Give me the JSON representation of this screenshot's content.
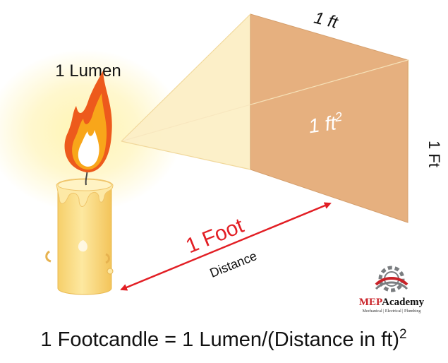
{
  "source_label": "1 Lumen",
  "top_edge_label": "1 ft",
  "right_edge_label": "1 Ft",
  "area_label": {
    "base": "1 ft",
    "exponent": "2"
  },
  "distance_value": "1 Foot",
  "distance_caption": "Distance",
  "formula": {
    "base": "1 Footcandle = 1 Lumen/(Distance in ft)",
    "exponent": "2"
  },
  "logo": {
    "name_accent": "MEP",
    "name_rest": "Academy",
    "tagline": "Mechanical | Electrical | Plumbing"
  },
  "colors": {
    "plane": "#e6b07f",
    "plane_edge": "#d59f6d",
    "beam": "#f8e1a8",
    "distance_arrow": "#e21e24",
    "distance_text": "#e21e24",
    "candle_body": "#fbdf86",
    "flame_outer": "#ed5a1c",
    "flame_mid": "#f8a61a",
    "flame_inner": "#ffffff",
    "glow": "#fff1a6",
    "logo_accent": "#c92228",
    "logo_gear": "#7a7d80"
  },
  "icons": [
    "candle-icon",
    "flame-icon",
    "mep-academy-gear-logo"
  ]
}
